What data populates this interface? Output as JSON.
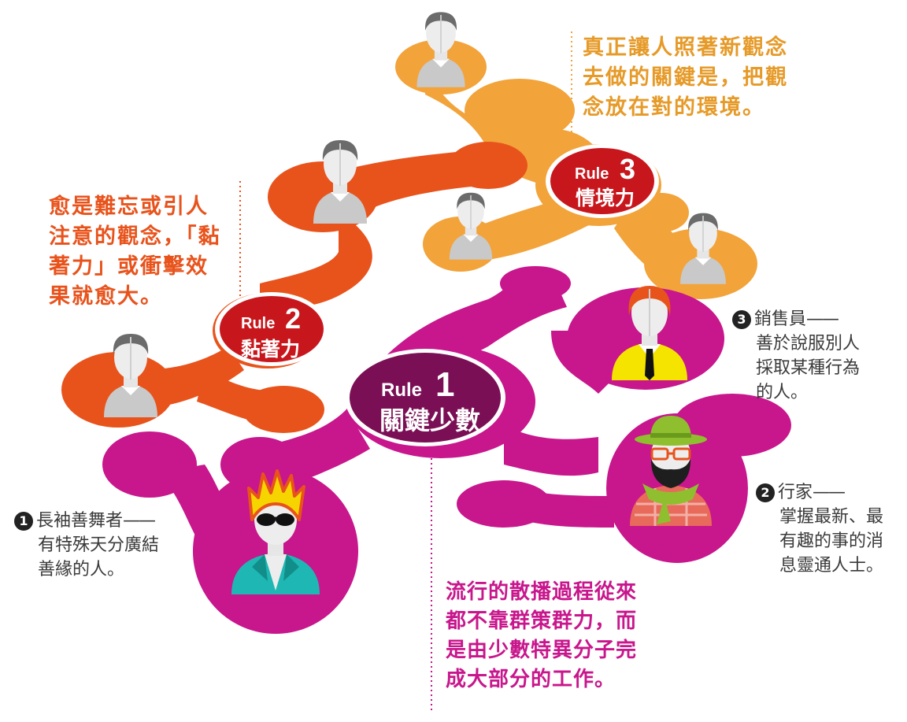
{
  "colors": {
    "rule1_path": "#c8168c",
    "rule1_badge": "#7b0f55",
    "rule2_path": "#e8531c",
    "rule3_path": "#f2a33a",
    "badge_red": "#c8161d",
    "note_rule2": "#e8531c",
    "note_rule3": "#e69a28",
    "note_rule1": "#c8168c"
  },
  "rules": [
    {
      "word": "Rule",
      "number": "1",
      "name": "關鍵少數"
    },
    {
      "word": "Rule",
      "number": "2",
      "name": "黏著力"
    },
    {
      "word": "Rule",
      "number": "3",
      "name": "情境力"
    }
  ],
  "notes": {
    "rule2": "愈是難忘或引人\n注意的觀念，「黏\n著力」或衝擊效\n果就愈大。",
    "rule3": "真正讓人照著新觀念\n去做的關鍵是，把觀\n念放在對的環境。",
    "rule1": "流行的散播過程從來\n都不靠群策群力，而\n是由少數特異分子完\n成大部分的工作。"
  },
  "roles": [
    {
      "num": "1",
      "title": "長袖善舞者",
      "dash": "——",
      "body": "有特殊天分廣結\n善緣的人。"
    },
    {
      "num": "2",
      "title": "行家",
      "dash": "——",
      "body": "掌握最新、最\n有趣的事的消\n息靈通人士。"
    },
    {
      "num": "3",
      "title": "銷售員",
      "dash": "——",
      "body": "善於說服別人\n採取某種行為\n的人。"
    }
  ],
  "icons": [
    "person-icon",
    "connector-icon",
    "maven-icon",
    "salesman-icon"
  ]
}
